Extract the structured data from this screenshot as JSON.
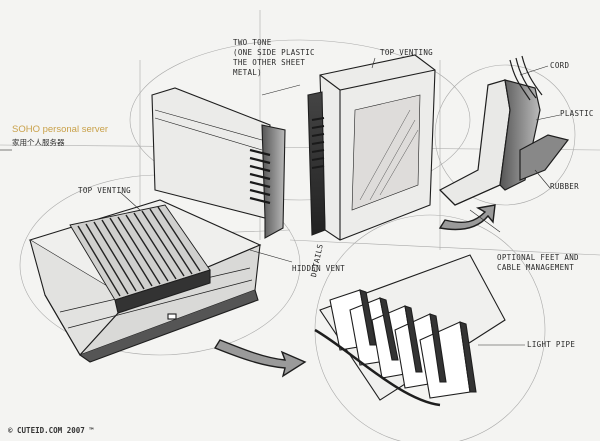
{
  "title": {
    "en": "SOHO personal server",
    "cn": "家用个人服务器"
  },
  "notes": {
    "two_tone": [
      "TWO TONE",
      "(ONE SIDE PLASTIC",
      "THE OTHER SHEET",
      "METAL)"
    ],
    "top_venting_upper": "TOP VENTING",
    "top_venting_left": "TOP VENTING",
    "cord": "CORD",
    "plastic": "PLASTIC",
    "rubber": "RUBBER",
    "optional_feet": [
      "OPTIONAL FEET AND",
      "CABLE MANAGEMENT"
    ],
    "hidden_vent": "HIDDEN VENT",
    "details": "DETAILS",
    "light_pipe": "LIGHT PIPE"
  },
  "watermark": "© CUTEID.COM 2007 ™",
  "colors": {
    "paper": "#f4f4f2",
    "ink": "#2a2a2a",
    "title_accent": "#c9a14a"
  }
}
